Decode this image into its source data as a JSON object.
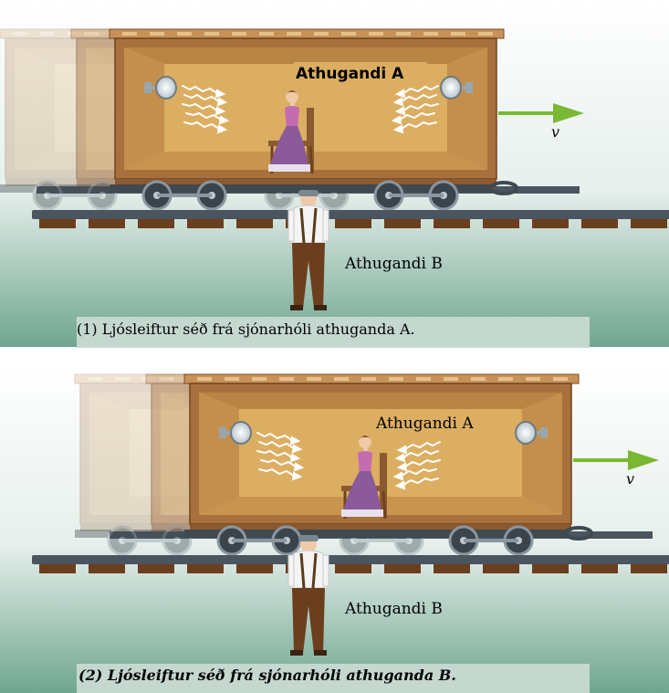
{
  "panel1": {
    "observer_a_label": "Athugandi A",
    "observer_b_label": "Athugandi B",
    "velocity_label": "v",
    "caption": "(1) Ljósleiftur séð frá sjónarhóli athuganda A."
  },
  "panel2": {
    "observer_a_label": "Athugandi A",
    "observer_b_label": "Athugandi B",
    "velocity_label": "v",
    "caption": "(2) Ljósleiftur séð frá sjónarhóli athuganda B."
  },
  "colors": {
    "car_wood": "#a8703c",
    "car_inner": "#d9a85a",
    "rail": "#4a5560",
    "tie": "#6b3e1e",
    "arrow": "#7ab833",
    "caption_bg": "#c5d8cf",
    "ground_top": "#ffffff",
    "ground_bottom": "#5f9c85"
  },
  "icons": [
    "lamp-icon",
    "light-flash-icon",
    "seated-woman-figure",
    "standing-man-figure",
    "velocity-arrow"
  ]
}
